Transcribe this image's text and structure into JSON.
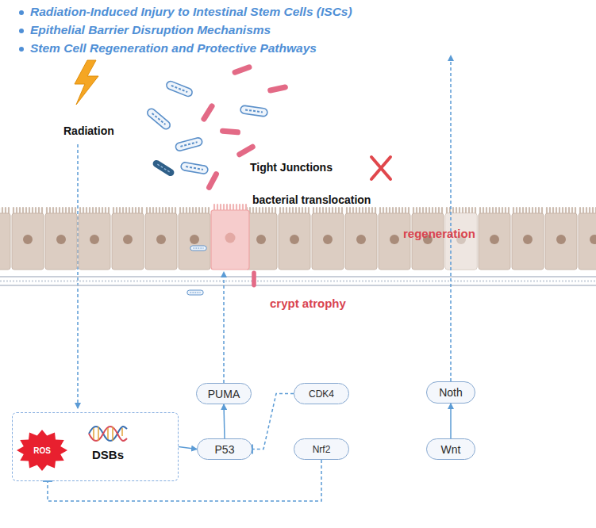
{
  "diagram": {
    "nodes": [
      {
        "text": [
          "PUMA"
        ]
      },
      {
        "text": [
          "CDK4"
        ]
      },
      {
        "text": [
          "Noth"
        ]
      },
      {
        "text": [
          "DSBs"
        ]
      },
      {
        "text": [
          "ROS"
        ],
        "in": 3
      },
      {
        "text": [
          "P53"
        ]
      },
      {
        "text": [
          "Nrf2"
        ]
      },
      {
        "text": [
          "Wnt"
        ]
      }
    ],
    "edges": [
      {
        "from": 3,
        "to": 5,
        "arrow": "to"
      },
      {
        "from": 5,
        "to": 0,
        "arrow": "to"
      },
      {
        "from": 1,
        "to": 5,
        "arrow": "none"
      },
      {
        "from": 6,
        "to": 3,
        "arrow": "none"
      },
      {
        "from": 7,
        "to": 2,
        "arrow": "to"
      }
    ],
    "labels": [
      "Radiation-Induced Injury to Intestinal Stem Cells (ISCs)",
      "Epithelial Barrier Disruption Mechanisms",
      "Stem Cell Regeneration and Protective Pathways",
      "Radiation",
      "Tight Junctions",
      "bacterial translocation",
      "regeneration",
      "crypt atrophy"
    ]
  }
}
